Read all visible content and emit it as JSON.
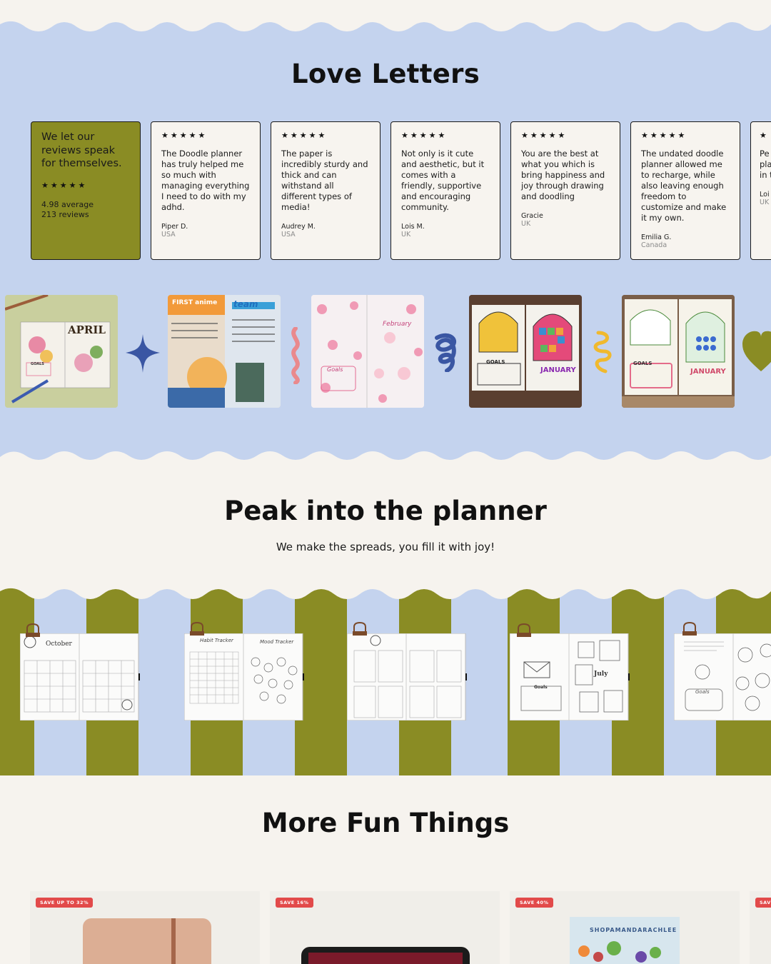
{
  "love_letters": {
    "title": "Love Letters",
    "summary": {
      "headline": "We let our reviews speak for themselves.",
      "stars": "★★★★★",
      "average": "4.98 average",
      "count": "213 reviews"
    },
    "reviews": [
      {
        "stars": "★★★★★",
        "quote": "The Doodle planner has truly helped me so much with managing everything I need to do with my adhd.",
        "name": "Piper D.",
        "country": "USA"
      },
      {
        "stars": "★★★★★",
        "quote": "The paper is incredibly sturdy and thick and can withstand all different types of media!",
        "name": "Audrey M.",
        "country": "USA"
      },
      {
        "stars": "★★★★★",
        "quote": "Not only is it cute and aesthetic, but it comes with a friendly, supportive and encouraging community.",
        "name": "Lois M.",
        "country": "UK"
      },
      {
        "stars": "★★★★★",
        "quote": "You are the best at what you which is bring happiness and joy through drawing and doodling",
        "name": "Gracie",
        "country": "UK"
      },
      {
        "stars": "★★★★★",
        "quote": "The undated doodle planner allowed me to recharge, while also leaving enough freedom to customize and make it my own.",
        "name": "Emilia G.",
        "country": "Canada"
      },
      {
        "stars": "★",
        "quote": "Pe pla in t",
        "name": "Loi",
        "country": "UK"
      }
    ],
    "photos": [
      {
        "label": "APRIL",
        "sub": "GOALS"
      },
      {
        "label": "FIRST anime",
        "sub": "team"
      },
      {
        "label": "February",
        "sub": "Goals"
      },
      {
        "label": "JANUARY",
        "sub": "GOALS"
      },
      {
        "label": "JANUARY",
        "sub": "GOALS"
      }
    ]
  },
  "peak": {
    "title": "Peak into the planner",
    "subtitle": "We make the spreads, you fill it with joy!",
    "spreads": [
      {
        "label": "October",
        "label2": ""
      },
      {
        "label": "Habit Tracker",
        "label2": "Mood Tracker"
      },
      {
        "label": "",
        "label2": ""
      },
      {
        "label": "Goals",
        "label2": "July"
      },
      {
        "label": "Goals",
        "label2": ""
      }
    ]
  },
  "more": {
    "title": "More Fun Things",
    "products": [
      {
        "badge": "SAVE UP TO 32%"
      },
      {
        "badge": "SAVE 16%"
      },
      {
        "badge": "SAVE 40%",
        "caption": "SHOPAMANDARACHLEE"
      },
      {
        "badge": "SAVE"
      }
    ]
  },
  "colors": {
    "blue": "#c4d3ee",
    "olive": "#8a8c24",
    "cream": "#f6f3ee",
    "badge_red": "#e24a4a"
  }
}
